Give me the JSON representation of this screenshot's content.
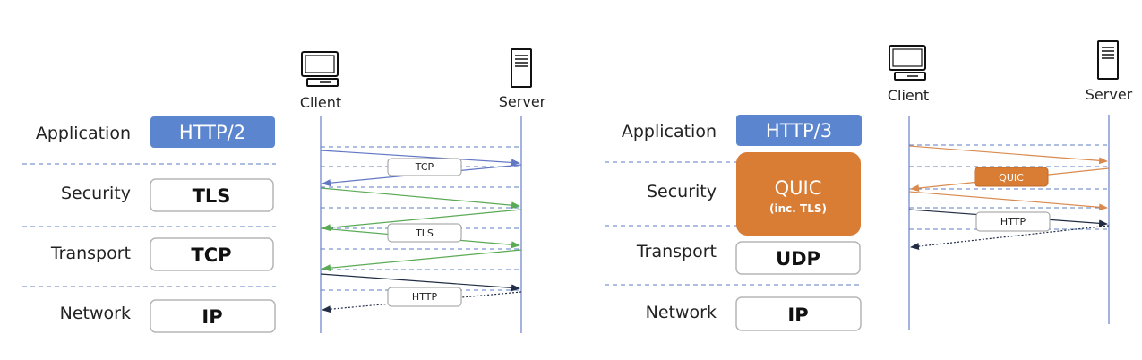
{
  "left": {
    "layers": {
      "application": "Application",
      "security": "Security",
      "transport": "Transport",
      "network": "Network"
    },
    "stack": {
      "application": "HTTP/2",
      "security": "TLS",
      "transport": "TCP",
      "network": "IP"
    },
    "endpoints": {
      "client": "Client",
      "server": "Server"
    },
    "message_labels": {
      "tcp": "TCP",
      "tls": "TLS",
      "http": "HTTP"
    }
  },
  "right": {
    "layers": {
      "application": "Application",
      "security": "Security",
      "transport": "Transport",
      "network": "Network"
    },
    "stack": {
      "application": "HTTP/3",
      "quic": "QUIC",
      "quic_note": "(inc. TLS)",
      "transport": "UDP",
      "network": "IP"
    },
    "endpoints": {
      "client": "Client",
      "server": "Server"
    },
    "message_labels": {
      "quic": "QUIC",
      "http": "HTTP"
    }
  },
  "colors": {
    "http_box": "#5b86cf",
    "quic_box": "#d97d35",
    "tcp_arrow": "#6277c4",
    "tls_arrow": "#5aaa55",
    "http_arrow": "#222d45",
    "quic_arrow": "#d98a4e",
    "separator": "#5b7ec2"
  },
  "icons": {
    "client": "computer-icon",
    "server": "server-icon"
  }
}
